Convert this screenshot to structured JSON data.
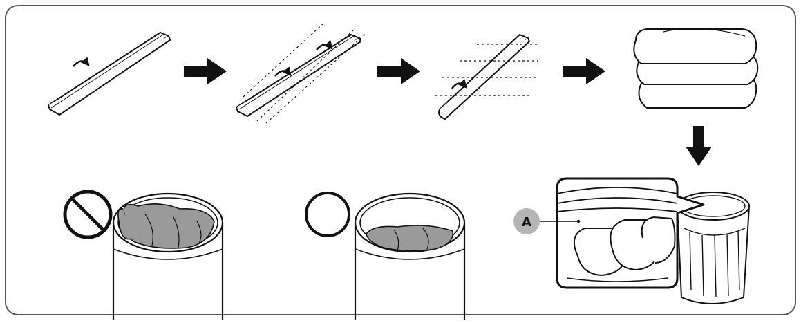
{
  "diagram": {
    "steps": [
      {
        "name": "fold-step-1",
        "icon": "folded-blanket-icon"
      },
      {
        "name": "fold-step-2",
        "icon": "folded-blanket-icon"
      },
      {
        "name": "fold-step-3",
        "icon": "folded-blanket-icon"
      },
      {
        "name": "fold-step-4",
        "icon": "rolled-blanket-stack-icon"
      }
    ],
    "examples": [
      {
        "name": "incorrect-load",
        "symbol": "prohibited-icon"
      },
      {
        "name": "correct-load",
        "symbol": "circle-ok-icon"
      }
    ],
    "callout": {
      "label": "A"
    },
    "colors": {
      "line": "#111111",
      "fabric_fill": "#9a9a9a",
      "callout_badge": "#b5b5b5",
      "frame_border": "#555555"
    }
  }
}
